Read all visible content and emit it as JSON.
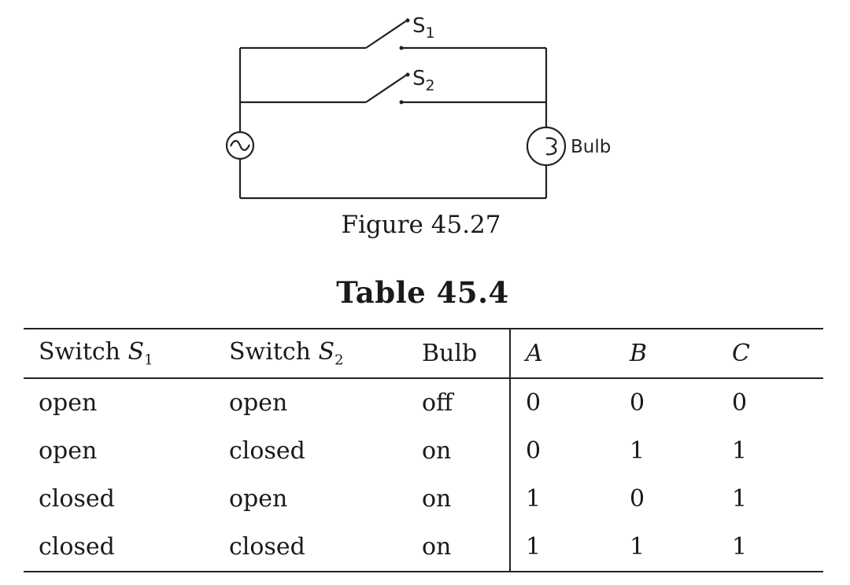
{
  "figure": {
    "switch1_label": "S",
    "switch1_sub": "1",
    "switch2_label": "S",
    "switch2_sub": "2",
    "bulb_label": "Bulb",
    "caption": "Figure 45.27"
  },
  "table": {
    "title": "Table  45.4",
    "headers": {
      "switch1_prefix": "Switch ",
      "switch1_var": "S",
      "switch1_sub": "1",
      "switch2_prefix": "Switch ",
      "switch2_var": "S",
      "switch2_sub": "2",
      "bulb": "Bulb",
      "a": "A",
      "b": "B",
      "c": "C"
    },
    "rows": [
      [
        "open",
        "open",
        "off",
        "0",
        "0",
        "0"
      ],
      [
        "open",
        "closed",
        "on",
        "0",
        "1",
        "1"
      ],
      [
        "closed",
        "open",
        "on",
        "1",
        "0",
        "1"
      ],
      [
        "closed",
        "closed",
        "on",
        "1",
        "1",
        "1"
      ]
    ]
  }
}
